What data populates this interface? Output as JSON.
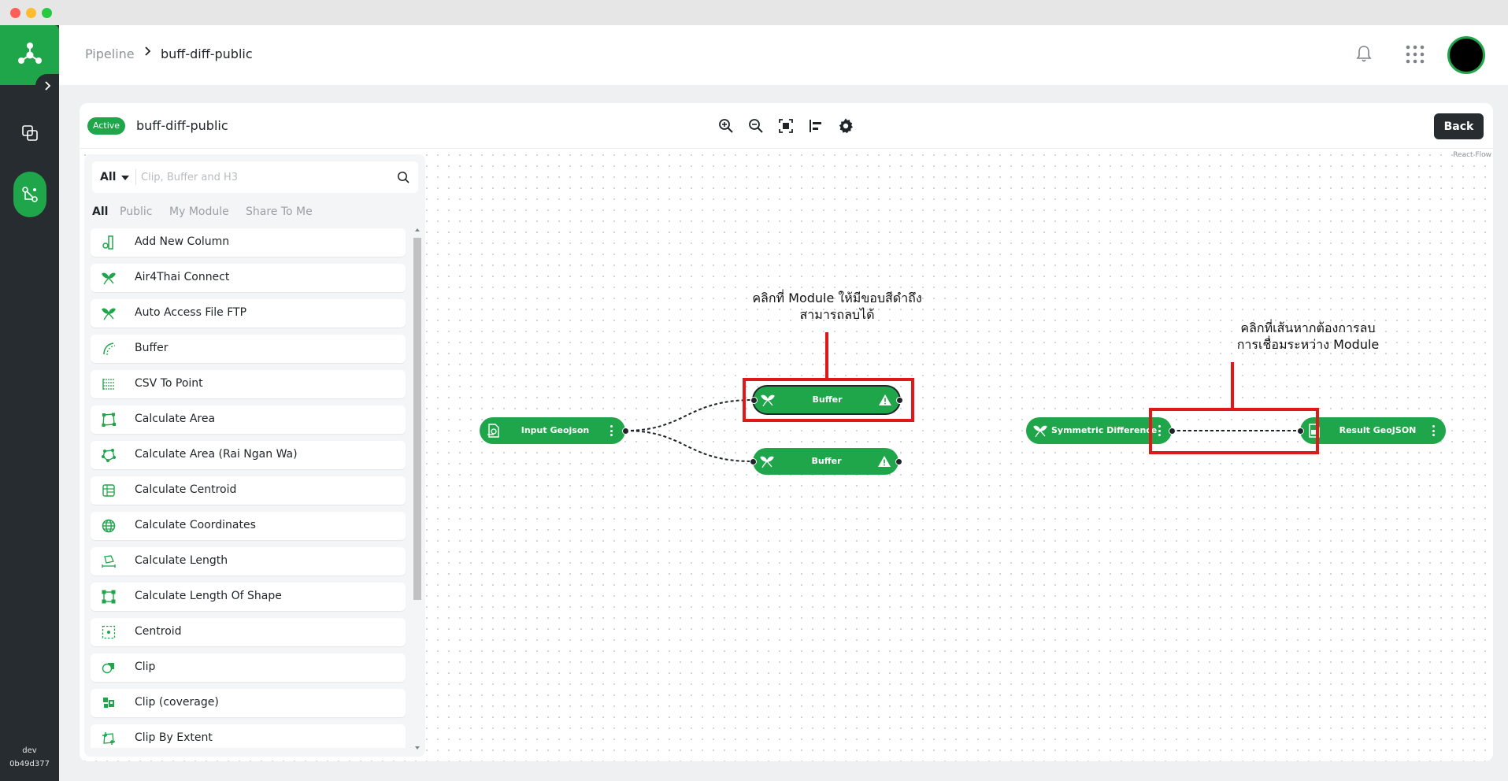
{
  "header": {
    "breadcrumb_root": "Pipeline",
    "breadcrumb_current": "buff-diff-public"
  },
  "sidebar": {
    "env_name": "dev",
    "env_hash": "0b49d377"
  },
  "toolbar": {
    "status_badge": "Active",
    "pipeline_name": "buff-diff-public",
    "back_label": "Back",
    "tools": [
      "zoom-in-icon",
      "zoom-out-icon",
      "fit-view-icon",
      "align-left-icon",
      "settings-icon"
    ]
  },
  "canvas": {
    "attribution": "React Flow"
  },
  "panel": {
    "filter_value": "All",
    "search_placeholder": "Clip, Buffer and H3",
    "tabs": [
      "All",
      "Public",
      "My Module",
      "Share To Me"
    ],
    "active_tab": "All",
    "modules": [
      {
        "label": "Add New Column",
        "icon": "add-column-icon"
      },
      {
        "label": "Air4Thai Connect",
        "icon": "leaf-icon"
      },
      {
        "label": "Auto Access File FTP",
        "icon": "leaf-icon"
      },
      {
        "label": "Buffer",
        "icon": "buffer-icon"
      },
      {
        "label": "CSV To Point",
        "icon": "csv-icon"
      },
      {
        "label": "Calculate Area",
        "icon": "area-icon"
      },
      {
        "label": "Calculate Area (Rai Ngan Wa)",
        "icon": "area-rai-icon"
      },
      {
        "label": "Calculate Centroid",
        "icon": "centroid-table-icon"
      },
      {
        "label": "Calculate Coordinates",
        "icon": "globe-icon"
      },
      {
        "label": "Calculate Length",
        "icon": "length-icon"
      },
      {
        "label": "Calculate Length Of Shape",
        "icon": "shape-length-icon"
      },
      {
        "label": "Centroid",
        "icon": "centroid-icon"
      },
      {
        "label": "Clip",
        "icon": "clip-icon"
      },
      {
        "label": "Clip (coverage)",
        "icon": "clip-coverage-icon"
      },
      {
        "label": "Clip By Extent",
        "icon": "clip-extent-icon"
      }
    ]
  },
  "flow": {
    "nodes": {
      "input": "Input Geojson",
      "buffer_top": "Buffer",
      "buffer_bottom": "Buffer",
      "symdiff": "Symmetric Difference",
      "result": "Result GeoJSON"
    }
  },
  "annotations": {
    "module_note_line1": "คลิกที่ Module ให้มีขอบสีดำถึง",
    "module_note_line2": "สามารถลบได้",
    "edge_note_line1": "คลิกที่เส้นหากต้องการลบ",
    "edge_note_line2": "การเชื่อมระหว่าง Module"
  },
  "colors": {
    "brand_green": "#1fa64a",
    "sidebar_dark": "#262c2f",
    "annotation_red": "#e01818"
  }
}
